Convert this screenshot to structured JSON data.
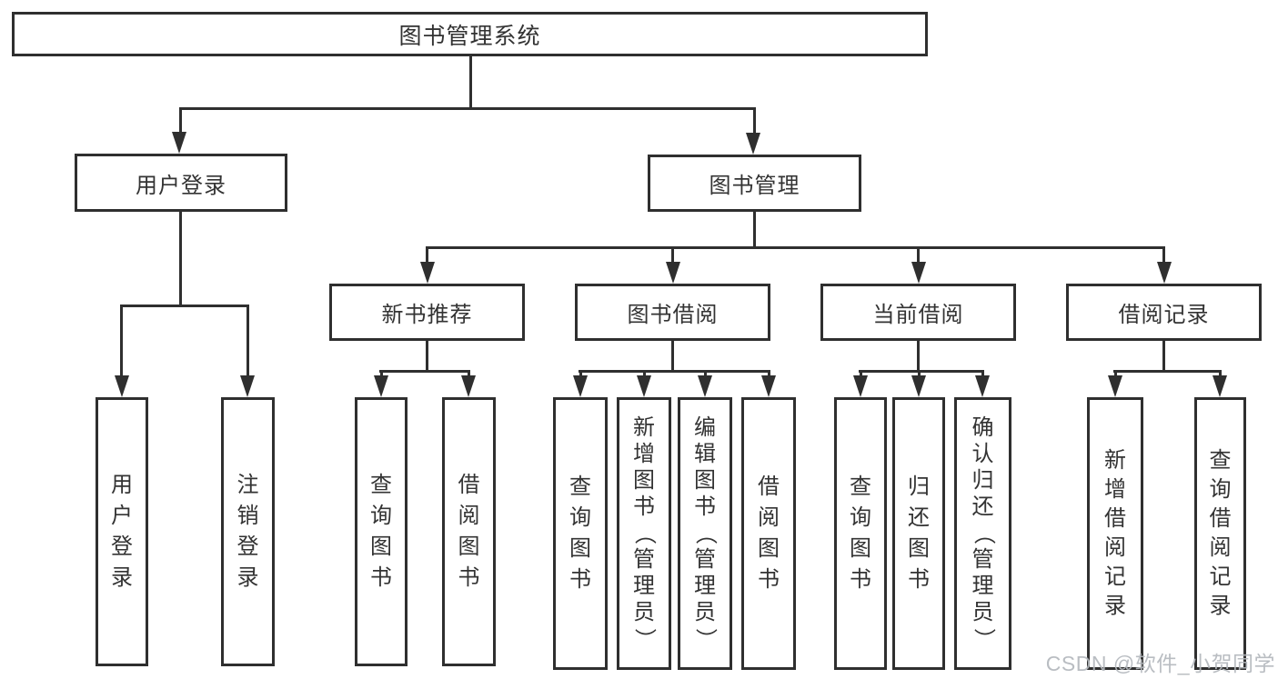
{
  "diagram": {
    "colors": {
      "line": "#2f2f2f",
      "text": "#333333",
      "background": "#ffffff",
      "watermark": "#b4b8bd"
    },
    "watermark": "CSDN @软件_小贺同学",
    "tree": {
      "root_label": "图书管理系统",
      "children": [
        {
          "label": "用户登录",
          "children": [
            "用户登录",
            "注销登录"
          ]
        },
        {
          "label": "图书管理",
          "children": [
            {
              "label": "新书推荐",
              "children": [
                "查询图书",
                "借阅图书"
              ]
            },
            {
              "label": "图书借阅",
              "children": [
                "查询图书",
                "新增图书（管理员）",
                "编辑图书（管理员）",
                "借阅图书"
              ]
            },
            {
              "label": "当前借阅",
              "children": [
                "查询图书",
                "归还图书",
                "确认归还（管理员）"
              ]
            },
            {
              "label": "借阅记录",
              "children": [
                "新增借阅记录",
                "查询借阅记录"
              ]
            }
          ]
        }
      ]
    }
  }
}
